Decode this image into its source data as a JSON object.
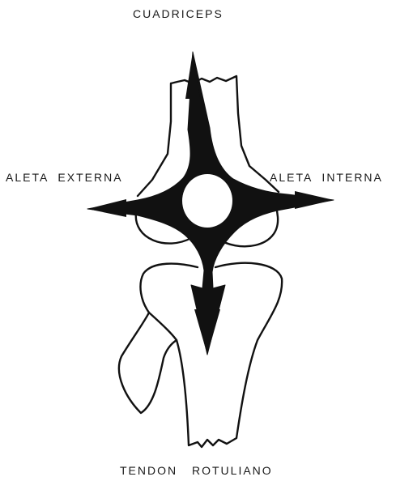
{
  "labels": {
    "top": "CUADRICEPS",
    "left": "ALETA EXTERNA",
    "right": "ALETA INTERNA",
    "bottom": "TENDON ROTULIANO"
  },
  "colors": {
    "ink": "#111111",
    "paper": "#ffffff"
  }
}
